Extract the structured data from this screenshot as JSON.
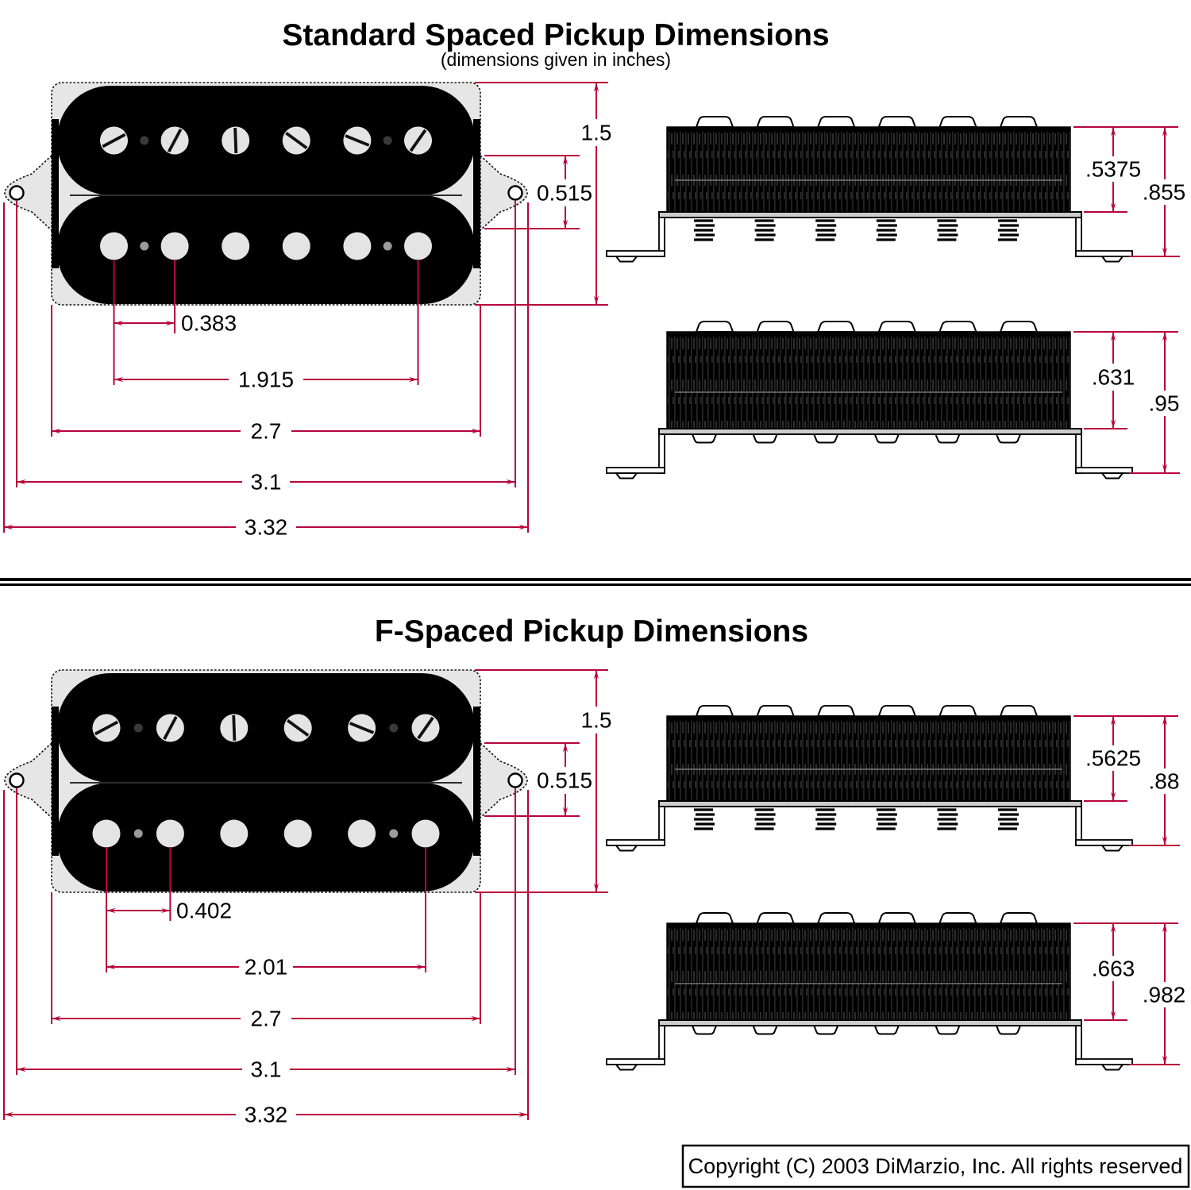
{
  "colors": {
    "dimension_line": "#b8043c",
    "plate_gray": "#e6e6e6",
    "pickup_black": "#000000"
  },
  "standard": {
    "title": "Standard Spaced Pickup Dimensions",
    "subtitle": "(dimensions given in inches)",
    "dims": {
      "height": "1.5",
      "tab": "0.515",
      "pole_gap": "0.383",
      "pole_span": "1.915",
      "body_width": "2.7",
      "screw_span": "3.1",
      "overall_width": "3.32"
    },
    "side_spring": {
      "coil": ".5375",
      "overall": ".855"
    },
    "side_flat": {
      "coil": ".631",
      "overall": ".95"
    }
  },
  "f_spaced": {
    "title": "F-Spaced Pickup Dimensions",
    "dims": {
      "height": "1.5",
      "tab": "0.515",
      "pole_gap": "0.402",
      "pole_span": "2.01",
      "body_width": "2.7",
      "screw_span": "3.1",
      "overall_width": "3.32"
    },
    "side_spring": {
      "coil": ".5625",
      "overall": ".88"
    },
    "side_flat": {
      "coil": ".663",
      "overall": ".982"
    }
  },
  "footer": {
    "copyright": "Copyright (C) 2003 DiMarzio, Inc. All rights reserved"
  }
}
